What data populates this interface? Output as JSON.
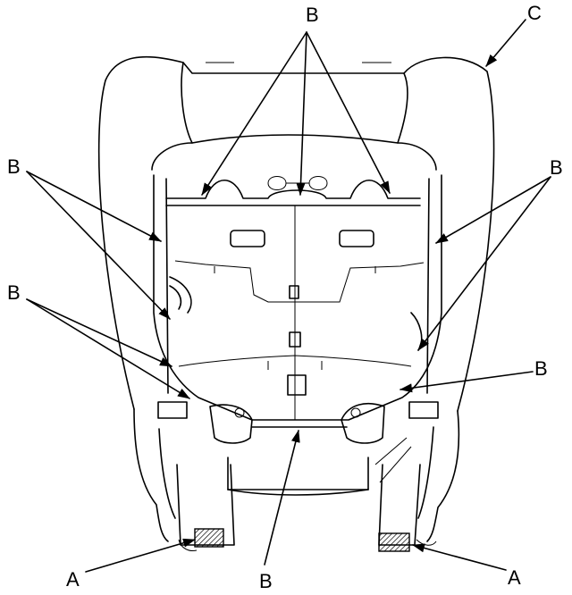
{
  "callouts": {
    "a_left": "A",
    "a_right": "A",
    "b_top": "B",
    "b_upper_left": "B",
    "b_mid_left": "B",
    "b_upper_right": "B",
    "b_mid_right": "B",
    "b_bottom": "B",
    "c_top_right": "C"
  },
  "colors": {
    "line": "#000000",
    "background": "#ffffff"
  }
}
